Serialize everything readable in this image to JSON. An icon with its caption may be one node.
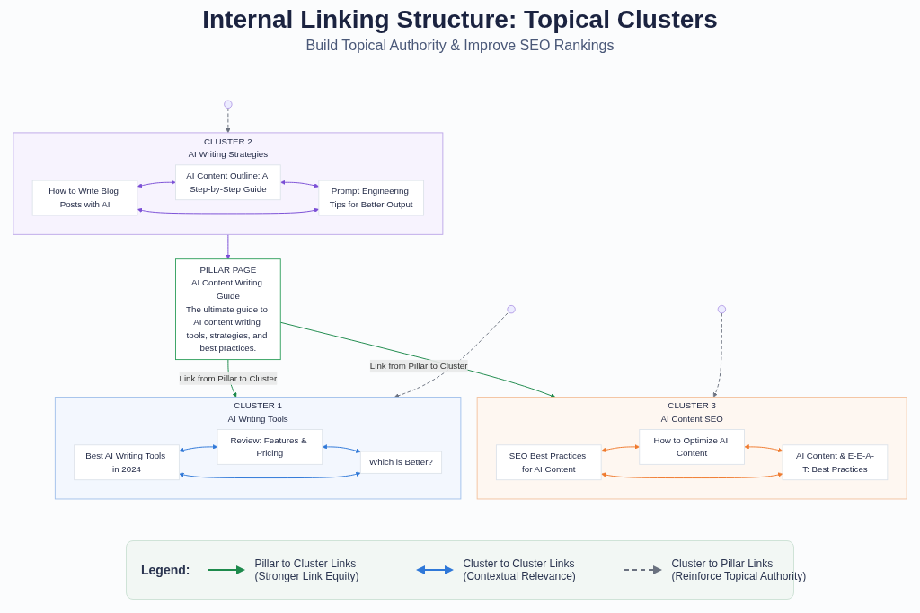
{
  "diagram": {
    "title": "Internal Linking Structure: Topical Clusters",
    "nodes": [
      {
        "text": [
          "PILLAR PAGE",
          "AI Content Writing Guide",
          "The ultimate guide to AI content writing tools, strategies, and best practices."
        ]
      },
      {
        "text": [
          "CLUSTER 1",
          "AI Writing Tools"
        ]
      },
      {
        "text": [
          "Best AI Writing Tools in 2024"
        ],
        "in": 1
      },
      {
        "text": [
          "Review: Features & Pricing"
        ],
        "in": 1
      },
      {
        "text": [
          "Which is Better?"
        ],
        "in": 1
      },
      {
        "text": [
          "CLUSTER 2",
          "AI Writing Strategies"
        ]
      },
      {
        "text": [
          "How to Write Blog Posts with AI"
        ],
        "in": 5
      },
      {
        "text": [
          "AI Content Outline: A Step-by-Step Guide"
        ],
        "in": 5
      },
      {
        "text": [
          "Prompt Engineering Tips for Better Output"
        ],
        "in": 5
      },
      {
        "text": [
          "CLUSTER 3",
          "AI Content SEO"
        ]
      },
      {
        "text": [
          "SEO Best Practices for AI Content"
        ],
        "in": 9
      },
      {
        "text": [
          "How to Optimize AI Content"
        ],
        "in": 9
      },
      {
        "text": [
          "AI Content & E-E-A-T: Best Practices"
        ],
        "in": 9
      }
    ],
    "edges": [
      {
        "from": 0,
        "to": 1,
        "arrow": "to",
        "label": "Link from Pillar to Cluster",
        "color": "#1e8a4c"
      },
      {
        "from": 0,
        "to": 9,
        "arrow": "to",
        "label": "Link from Pillar to Cluster",
        "color": "#1e8a4c"
      },
      {
        "from": 5,
        "to": 0,
        "arrow": "to",
        "color": "#7b4fd6"
      },
      {
        "from": 2,
        "to": 3,
        "arrow": "both",
        "color": "#2f78d8"
      },
      {
        "from": 3,
        "to": 4,
        "arrow": "both",
        "color": "#2f78d8"
      },
      {
        "from": 2,
        "to": 4,
        "arrow": "both",
        "color": "#2f78d8"
      },
      {
        "from": 6,
        "to": 7,
        "arrow": "both",
        "color": "#7b4fd6"
      },
      {
        "from": 7,
        "to": 8,
        "arrow": "both",
        "color": "#7b4fd6"
      },
      {
        "from": 6,
        "to": 8,
        "arrow": "both",
        "color": "#7b4fd6"
      },
      {
        "from": 10,
        "to": 11,
        "arrow": "both",
        "color": "#f07a2e"
      },
      {
        "from": 11,
        "to": 12,
        "arrow": "both",
        "color": "#f07a2e"
      },
      {
        "from": 10,
        "to": 12,
        "arrow": "both",
        "color": "#f07a2e"
      },
      {
        "from": null,
        "to": 1,
        "arrow": "to",
        "style": "dashed",
        "color": "#6b7280"
      },
      {
        "from": null,
        "to": 5,
        "arrow": "to",
        "style": "dashed",
        "color": "#6b7280"
      },
      {
        "from": null,
        "to": 9,
        "arrow": "to",
        "style": "dashed",
        "color": "#6b7280"
      }
    ],
    "labels": [
      "Build Topical Authority & Improve SEO Rankings",
      "Legend:"
    ],
    "legend": [
      {
        "text": "Pillar to Cluster Links (Stronger Link Equity)"
      },
      {
        "text": "Cluster to Cluster Links (Contextual Relevance)"
      },
      {
        "text": "Cluster to Pillar Links (Reinforce Topical Authority)"
      }
    ]
  }
}
